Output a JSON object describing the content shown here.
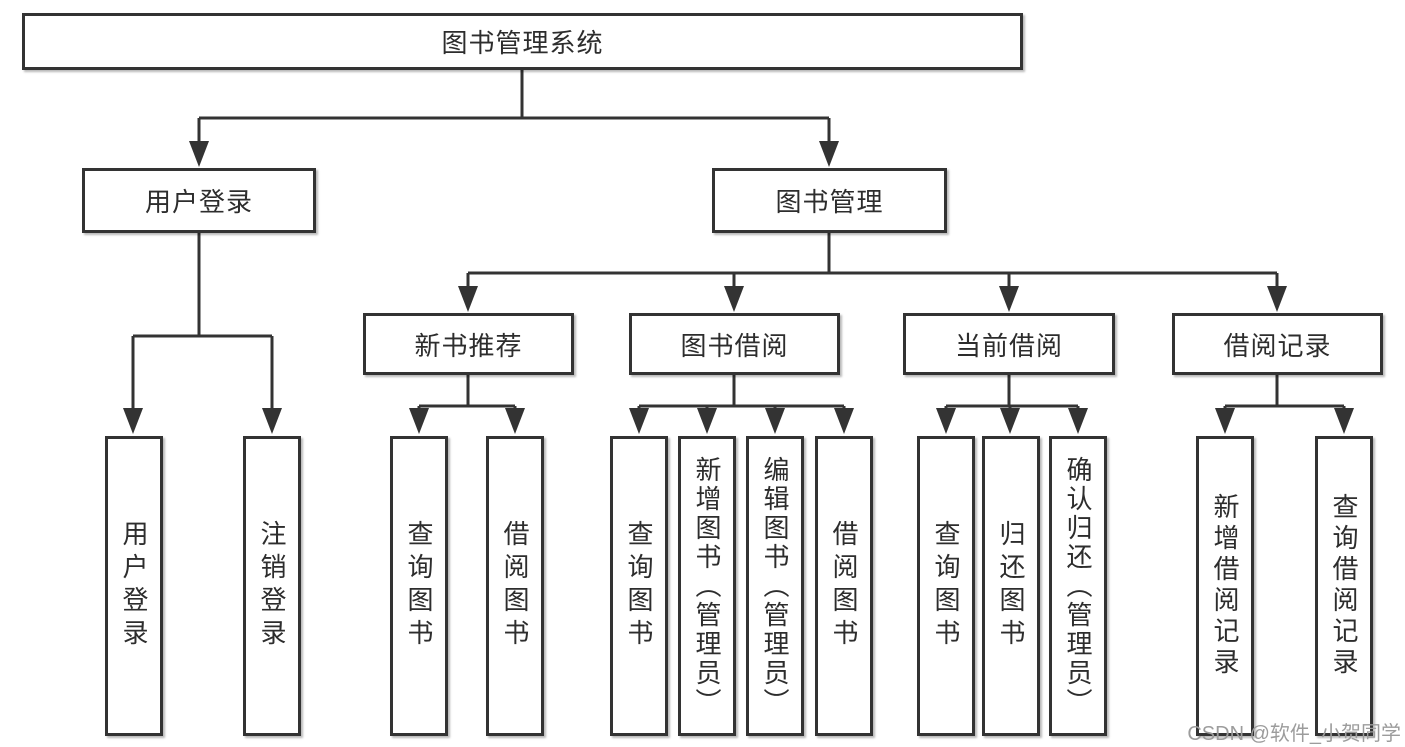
{
  "tree": {
    "label": "图书管理系统",
    "children": [
      {
        "label": "用户登录",
        "children": [
          {
            "label": "用户登录"
          },
          {
            "label": "注销登录"
          }
        ]
      },
      {
        "label": "图书管理",
        "children": [
          {
            "label": "新书推荐",
            "children": [
              {
                "label": "查询图书"
              },
              {
                "label": "借阅图书"
              }
            ]
          },
          {
            "label": "图书借阅",
            "children": [
              {
                "label": "查询图书"
              },
              {
                "label": "新增图书（管理员）"
              },
              {
                "label": "编辑图书（管理员）"
              },
              {
                "label": "借阅图书"
              }
            ]
          },
          {
            "label": "当前借阅",
            "children": [
              {
                "label": "查询图书"
              },
              {
                "label": "归还图书"
              },
              {
                "label": "确认归还（管理员）"
              }
            ]
          },
          {
            "label": "借阅记录",
            "children": [
              {
                "label": "新增借阅记录"
              },
              {
                "label": "查询借阅记录"
              }
            ]
          }
        ]
      }
    ]
  },
  "watermark": "CSDN @软件_小贺同学",
  "colors": {
    "line": "#333333",
    "box_border": "#333333",
    "box_fill": "#ffffff",
    "text": "#2d2d2d",
    "watermark": "#9c9c9c",
    "background": "#ffffff"
  }
}
